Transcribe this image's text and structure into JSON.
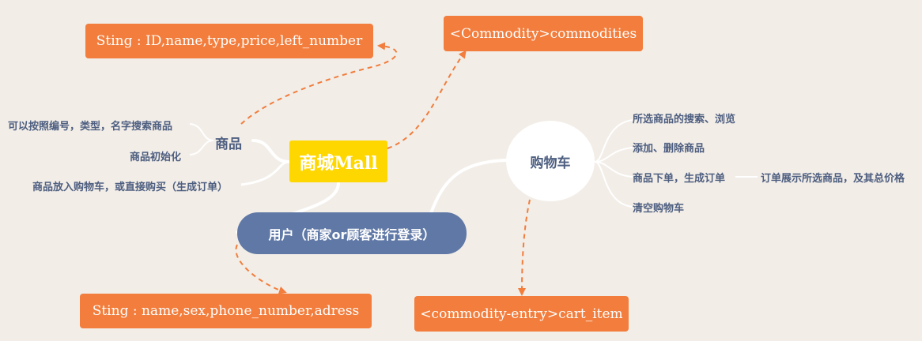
{
  "root": {
    "label": "商城Mall"
  },
  "product": {
    "label": "商品",
    "children": [
      "可以按照编号，类型，名字搜索商品",
      "商品初始化",
      "商品放入购物车，或直接购买（生成订单）"
    ],
    "fields": "Sting  :  ID,name,type,price,left_number"
  },
  "commodities": {
    "label": "<Commodity>commodities"
  },
  "cart": {
    "label": "购物车",
    "children": [
      "所选商品的搜索、浏览",
      "添加、删除商品",
      "商品下单，生成订单",
      "清空购物车"
    ],
    "order_detail": "订单展示所选商品，及其总价格",
    "item": "<commodity-entry>cart_item"
  },
  "user": {
    "label": "用户（商家or顾客进行登录）",
    "fields": "Sting  :  name,sex,phone_number,adress"
  },
  "colors": {
    "background": "#f2ede7",
    "orange": "#f27d3c",
    "root": "#ffd700",
    "user": "#5f78a6",
    "text": "#4d5e80",
    "line": "#ffffff"
  }
}
